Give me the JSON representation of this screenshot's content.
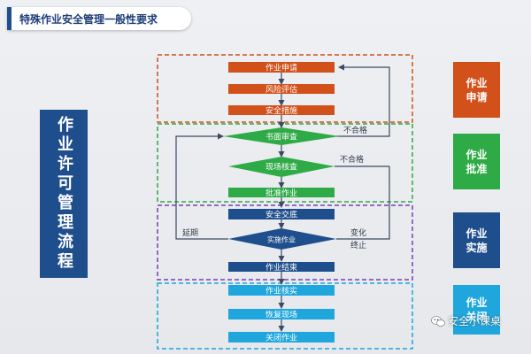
{
  "title": "特殊作业安全管理一般性要求",
  "left_label": "作业许可管理流程",
  "side_boxes": [
    {
      "label": "作业申请",
      "color": "#d2501a"
    },
    {
      "label": "作业批准",
      "color": "#2eaa46"
    },
    {
      "label": "作业实施",
      "color": "#1f4e8c"
    },
    {
      "label": "作业关闭",
      "color": "#1ea6dd"
    }
  ],
  "steps": {
    "s1": "作业申请",
    "s2": "风险评估",
    "s3": "安全措施",
    "d1": "书面审查",
    "d2": "现场核查",
    "s4": "批准作业",
    "s5": "安全交底",
    "d3": "实施作业",
    "s6": "作业结束",
    "s7": "作业核实",
    "s8": "恢复现场",
    "s9": "关闭作业"
  },
  "edge_labels": {
    "fail1": "不合格",
    "fail2": "不合格",
    "extend": "延期",
    "change1": "变化",
    "change2": "终止"
  },
  "watermark": "安全小课桌",
  "colors": {
    "orange": "#d2501a",
    "green": "#2eaa46",
    "navy": "#1f4e8c",
    "cyan": "#1ea6dd",
    "line": "#3c4a63"
  }
}
